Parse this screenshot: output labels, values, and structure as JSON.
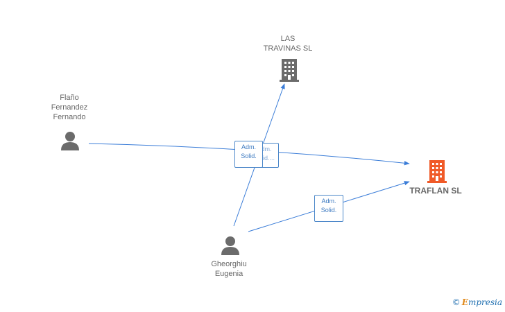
{
  "nodes": {
    "las_travinas": {
      "label": "LAS\nTRAVINAS SL",
      "type": "company",
      "color": "#666666"
    },
    "traflan": {
      "label": "TRAFLAN  SL",
      "type": "company",
      "color": "#f05a28"
    },
    "flano": {
      "label": "Flaño\nFernandez\nFernando",
      "type": "person",
      "color": "#666666"
    },
    "gheorghiu": {
      "label": "Gheorghiu\nEugenia",
      "type": "person",
      "color": "#666666"
    }
  },
  "edges": {
    "flano_traflan": "Adm.\nSolid.",
    "gheorghiu_travinas": "Adm.\nSolid....",
    "gheorghiu_traflan": "Adm.\nSolid."
  },
  "brand": {
    "copyright": "©",
    "e": "E",
    "name": "mpresia"
  },
  "colors": {
    "edge": "#3b7dd8",
    "icon_gray": "#6b6b6b",
    "icon_orange": "#f05a28"
  }
}
